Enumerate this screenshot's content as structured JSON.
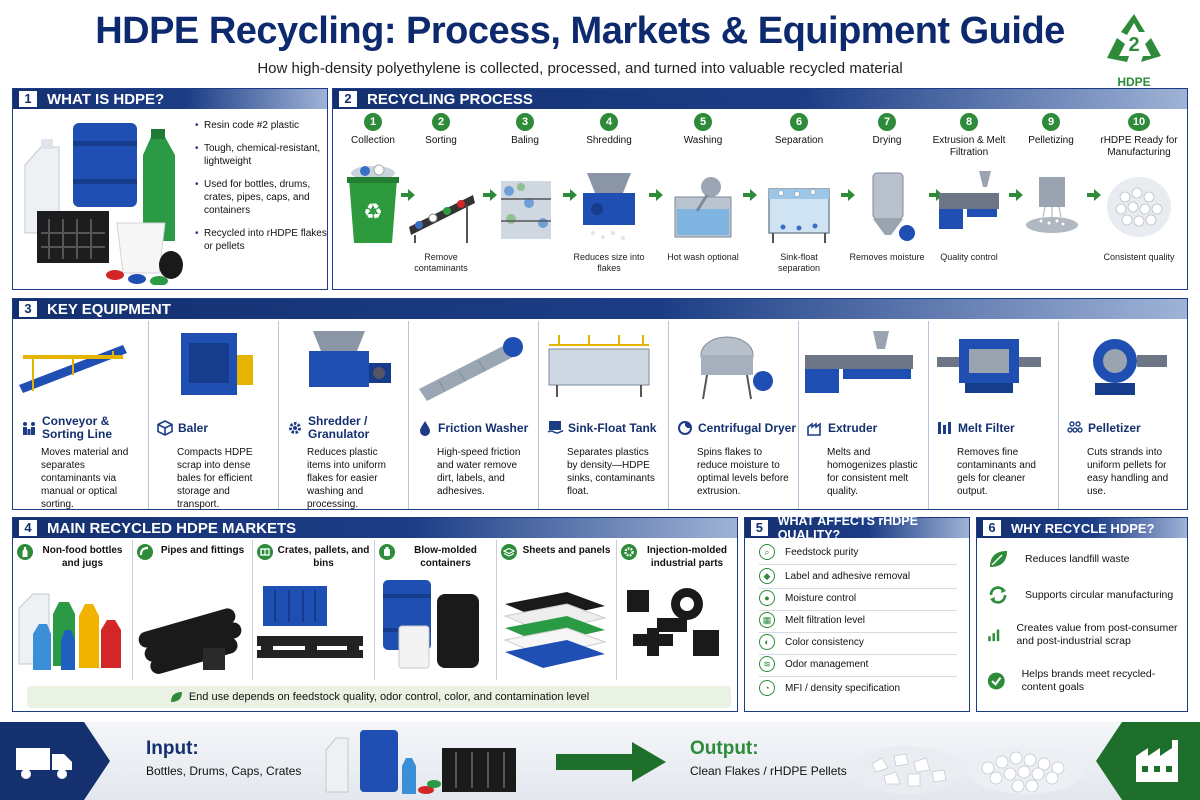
{
  "header": {
    "title": "HDPE Recycling: Process, Markets & Equipment Guide",
    "subtitle": "How high-density polyethylene is collected, processed, and turned into valuable recycled material",
    "logo_code": "2",
    "logo_label": "HDPE"
  },
  "what_is": {
    "num": "1",
    "heading": "WHAT IS HDPE?",
    "bullets": [
      "Resin code #2 plastic",
      "Tough, chemical-resistant, lightweight",
      "Used for bottles, drums, crates, pipes, caps, and containers",
      "Recycled into rHDPE flakes or pellets"
    ]
  },
  "process": {
    "num": "2",
    "heading": "RECYCLING PROCESS",
    "steps": [
      {
        "n": "1",
        "name": "Collection",
        "note": ""
      },
      {
        "n": "2",
        "name": "Sorting",
        "note": "Remove contaminants"
      },
      {
        "n": "3",
        "name": "Baling",
        "note": ""
      },
      {
        "n": "4",
        "name": "Shredding",
        "note": "Reduces size into flakes"
      },
      {
        "n": "5",
        "name": "Washing",
        "note": "Hot wash optional"
      },
      {
        "n": "6",
        "name": "Separation",
        "note": "Sink-float separation"
      },
      {
        "n": "7",
        "name": "Drying",
        "note": "Removes moisture"
      },
      {
        "n": "8",
        "name": "Extrusion & Melt Filtration",
        "note": "Quality control"
      },
      {
        "n": "9",
        "name": "Pelletizing",
        "note": ""
      },
      {
        "n": "10",
        "name": "rHDPE Ready for Manufacturing",
        "note": "Consistent quality"
      }
    ]
  },
  "equipment": {
    "num": "3",
    "heading": "KEY EQUIPMENT",
    "items": [
      {
        "name": "Conveyor & Sorting Line",
        "desc": "Moves material and separates contaminants via manual or optical sorting.",
        "icon": "sorting-people-icon"
      },
      {
        "name": "Baler",
        "desc": "Compacts HDPE scrap into dense bales for efficient storage and transport.",
        "icon": "box-icon"
      },
      {
        "name": "Shredder / Granulator",
        "desc": "Reduces plastic items into uniform flakes for easier washing and processing.",
        "icon": "gear-icon"
      },
      {
        "name": "Friction Washer",
        "desc": "High-speed friction and water remove dirt, labels, and adhesives.",
        "icon": "water-drop-icon"
      },
      {
        "name": "Sink-Float Tank",
        "desc": "Separates plastics by density—HDPE sinks, contaminants float.",
        "icon": "waves-icon"
      },
      {
        "name": "Centrifugal Dryer",
        "desc": "Spins flakes to reduce moisture to optimal levels before extrusion.",
        "icon": "spin-icon"
      },
      {
        "name": "Extruder",
        "desc": "Melts and homogenizes plastic for consistent melt quality.",
        "icon": "factory-icon"
      },
      {
        "name": "Melt Filter",
        "desc": "Removes fine contaminants and gels for cleaner output.",
        "icon": "filter-icon"
      },
      {
        "name": "Pelletizer",
        "desc": "Cuts strands into uniform pellets for easy handling and use.",
        "icon": "pellets-icon"
      }
    ]
  },
  "markets": {
    "num": "4",
    "heading": "MAIN RECYCLED HDPE MARKETS",
    "items": [
      {
        "name": "Non-food bottles and jugs"
      },
      {
        "name": "Pipes and fittings"
      },
      {
        "name": "Crates, pallets, and bins"
      },
      {
        "name": "Blow-molded containers"
      },
      {
        "name": "Sheets and panels"
      },
      {
        "name": "Injection-molded industrial parts"
      }
    ],
    "footnote": "End use depends on feedstock quality, odor control, color, and contamination level"
  },
  "quality": {
    "num": "5",
    "heading": "WHAT AFFECTS rHDPE QUALITY?",
    "items": [
      "Feedstock purity",
      "Label and adhesive removal",
      "Moisture control",
      "Melt filtration level",
      "Color consistency",
      "Odor management",
      "MFI / density specification"
    ]
  },
  "why": {
    "num": "6",
    "heading": "WHY RECYCLE HDPE?",
    "items": [
      "Reduces landfill waste",
      "Supports circular manufacturing",
      "Creates value from post-consumer and post-industrial scrap",
      "Helps brands meet recycled-content goals"
    ]
  },
  "flow": {
    "input_title": "Input:",
    "input_desc": "Bottles, Drums, Caps, Crates",
    "output_title": "Output:",
    "output_desc": "Clean Flakes / rHDPE Pellets"
  },
  "colors": {
    "navy": "#14306f",
    "blue": "#1c3d86",
    "green": "#2e8b3a"
  }
}
